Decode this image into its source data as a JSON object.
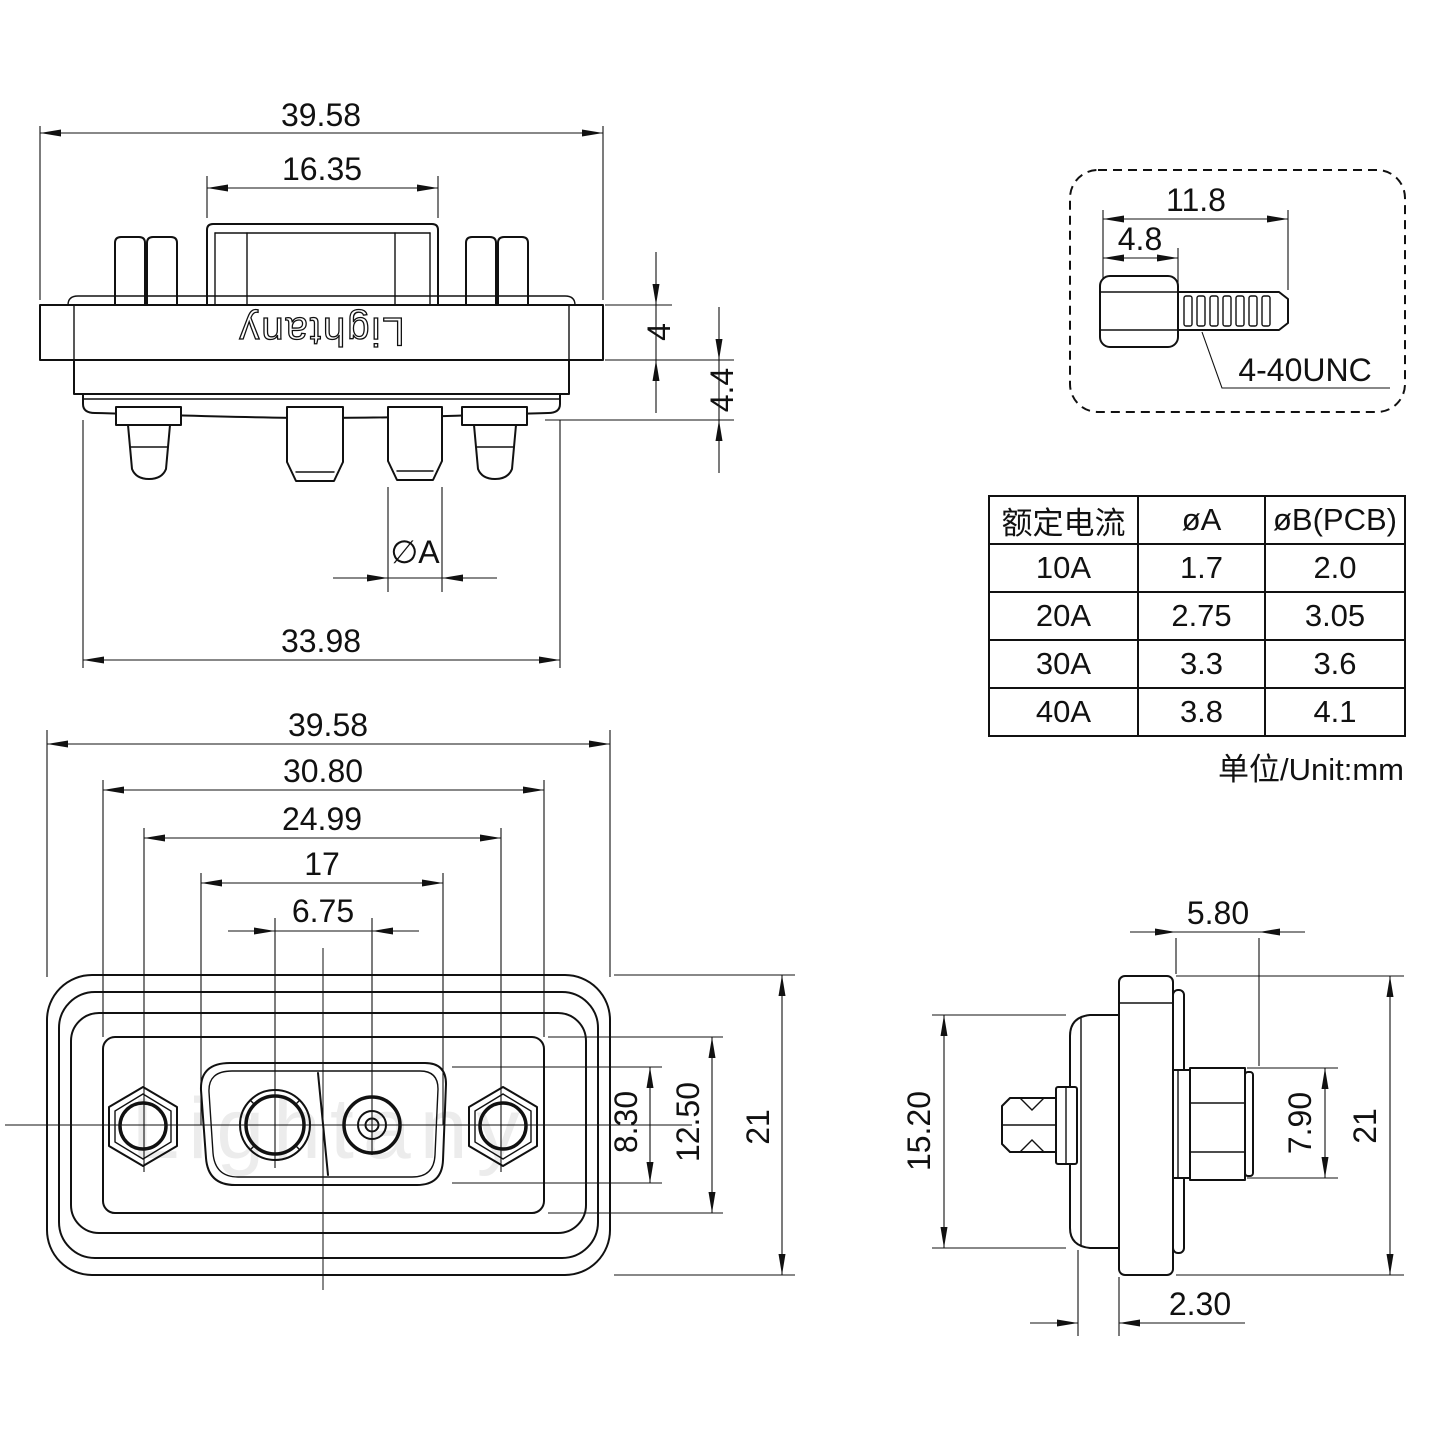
{
  "brand": "Lightany",
  "top_view": {
    "dims": {
      "overall_width": "39.58",
      "insert_width": "16.35",
      "flange_thickness": "4",
      "mount_depth": "4.4",
      "pin_diameter": "∅A",
      "pin_base_width": "33.98"
    }
  },
  "screw_detail": {
    "dims": {
      "total_length": "11.8",
      "head_length": "4.8"
    },
    "thread_label": "4-40UNC"
  },
  "front_view": {
    "dims": {
      "overall_width": "39.58",
      "body_width": "30.80",
      "screw_spacing": "24.99",
      "opening_width": "17",
      "contact_spacing": "6.75",
      "opening_height": "8.30",
      "body_height": "12.50",
      "overall_height": "21"
    }
  },
  "side_view": {
    "dims": {
      "nut_protrusion": "5.80",
      "gasket_height": "15.20",
      "nut_height": "7.90",
      "overall_height": "21",
      "flange_gap": "2.30"
    }
  },
  "spec_table": {
    "headers": [
      "额定电流",
      "øA",
      "øB(PCB)"
    ],
    "rows": [
      [
        "10A",
        "1.7",
        "2.0"
      ],
      [
        "20A",
        "2.75",
        "3.05"
      ],
      [
        "30A",
        "3.3",
        "3.6"
      ],
      [
        "40A",
        "3.8",
        "4.1"
      ]
    ],
    "unit_note": "单位/Unit:mm"
  }
}
